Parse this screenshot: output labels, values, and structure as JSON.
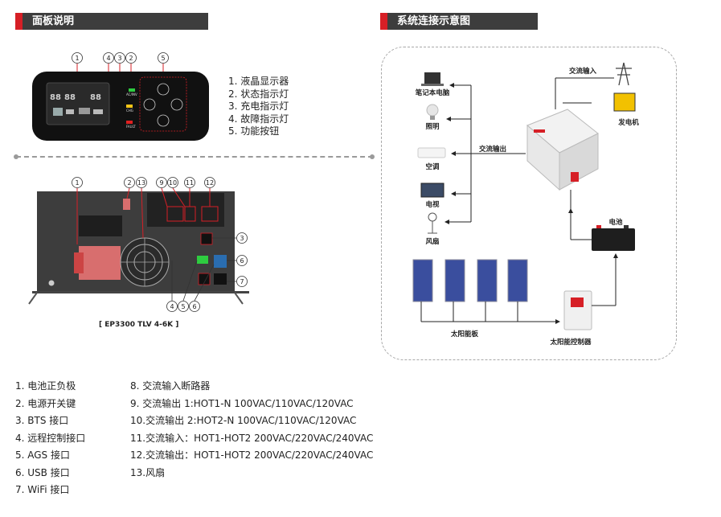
{
  "left_header": {
    "title": "面板说明"
  },
  "right_header": {
    "title": "系统连接示意图"
  },
  "panel_callouts": [
    "1",
    "4",
    "3",
    "2",
    "5"
  ],
  "panel_indicators": {
    "ac_inv": "AC/INV",
    "chg": "CHG",
    "fault": "FAULT"
  },
  "panel_list": [
    "1.  液晶显示器",
    "2.  状态指示灯",
    "3.  充电指示灯",
    "4.  故障指示灯",
    "5.  功能按钮"
  ],
  "rear_callouts": [
    "1",
    "2",
    "13",
    "9",
    "10",
    "11",
    "12",
    "3",
    "6",
    "7",
    "4",
    "5",
    "6"
  ],
  "rear_caption": "[ EP3300 TLV 4-6K ]",
  "rear_list_a": [
    "1.  电池正负极",
    "2.  电源开关键",
    "3.  BTS 接口",
    "4.  远程控制接口",
    "5.  AGS 接口",
    "6.  USB 接口",
    "7.  WiFi 接口"
  ],
  "rear_list_b": [
    "8.  交流输入断路器",
    "9.  交流输出 1:HOT1-N 100VAC/110VAC/120VAC",
    "10.交流输出 2:HOT2-N 100VAC/110VAC/120VAC",
    "11.交流输入：HOT1-HOT2 200VAC/220VAC/240VAC",
    "12.交流输出：HOT1-HOT2 200VAC/220VAC/240VAC",
    "13.风扇"
  ],
  "diagram": {
    "loads": [
      "笔记本电脑",
      "照明",
      "空调",
      "电视",
      "风扇"
    ],
    "ac_output": "交流输出",
    "ac_input": "交流输入",
    "generator": "发电机",
    "battery": "电池",
    "solar_panel": "太阳能板",
    "solar_controller": "太阳能控制器"
  },
  "colors": {
    "accent_red": "#d61f26",
    "header_bg": "#3d3d3d",
    "panel_black": "#111111",
    "line_dark": "#333333"
  }
}
